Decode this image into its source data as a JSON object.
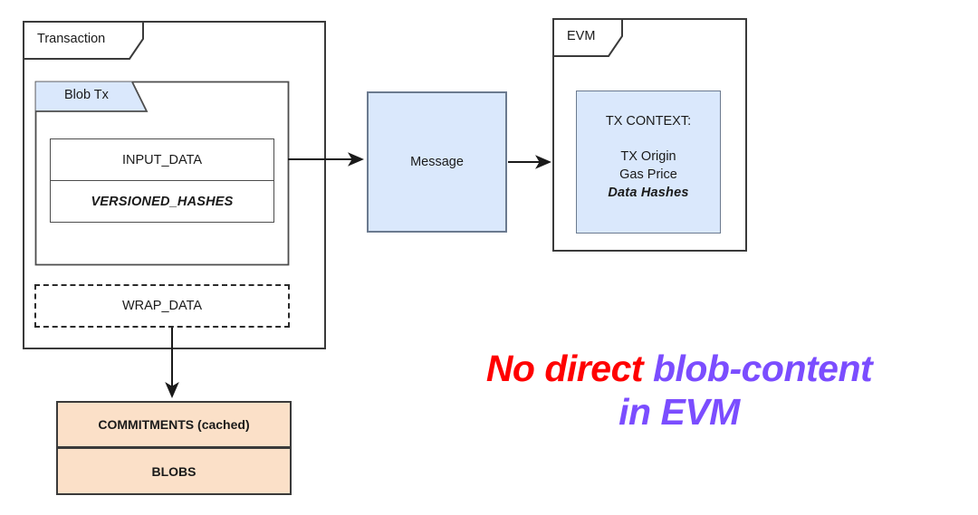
{
  "diagram": {
    "title_hidden": "",
    "colors": {
      "blue_fill": "#dae8fc",
      "orange_fill": "#fbe0c8",
      "stroke": "#3a3a3a",
      "red": "#ff0000",
      "purple": "#7b4dff"
    },
    "transaction": {
      "tab_label": "Transaction",
      "blob_tx": {
        "tab_label": "Blob Tx",
        "rows": [
          {
            "label": "INPUT_DATA",
            "style": "regular"
          },
          {
            "label": "VERSIONED_HASHES",
            "style": "bold-italic"
          }
        ]
      },
      "wrap_data": {
        "label": "WRAP_DATA",
        "border": "dashed"
      }
    },
    "storage": {
      "rows": [
        {
          "label": "COMMITMENTS (cached)"
        },
        {
          "label": "BLOBS"
        }
      ]
    },
    "message": {
      "label": "Message"
    },
    "evm": {
      "tab_label": "EVM",
      "context": {
        "heading": "TX CONTEXT:",
        "items": [
          {
            "label": "TX Origin",
            "style": "regular"
          },
          {
            "label": "Gas Price",
            "style": "regular"
          },
          {
            "label": "Data Hashes",
            "style": "bold-italic"
          }
        ]
      }
    },
    "annotation": {
      "line1_red": "No direct",
      "line1_purple": "blob-content",
      "line2_purple": "in EVM"
    },
    "arrows": [
      {
        "name": "input-data-to-message",
        "from": "INPUT_DATA",
        "to": "Message",
        "direction": "right"
      },
      {
        "name": "message-to-evm",
        "from": "Message",
        "to": "EVM",
        "direction": "right"
      },
      {
        "name": "wrap-data-to-commitments",
        "from": "WRAP_DATA",
        "to": "COMMITMENTS (cached)",
        "direction": "down"
      }
    ]
  }
}
